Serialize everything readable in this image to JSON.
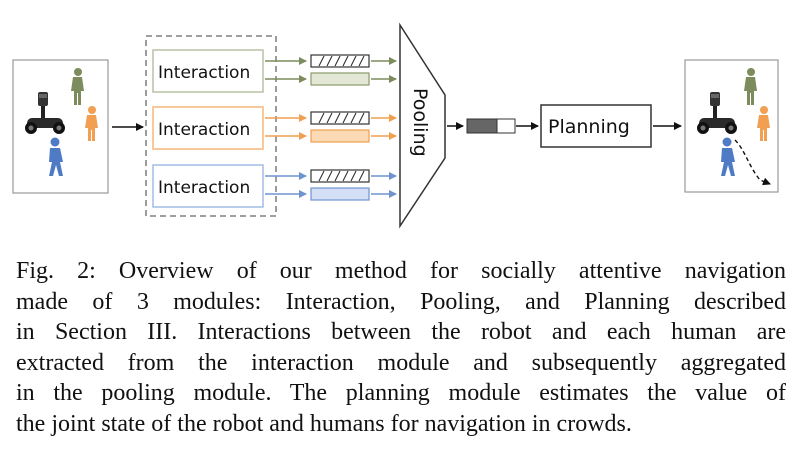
{
  "diagram": {
    "interaction_boxes": [
      {
        "label": "Interaction",
        "color": "#8a9a6a",
        "fill": "#e3e8d6"
      },
      {
        "label": "Interaction",
        "color": "#f0a050",
        "fill": "#fbd9b4"
      },
      {
        "label": "Interaction",
        "color": "#6f93cf",
        "fill": "#d2dff4"
      }
    ],
    "pooling_label": "Pooling",
    "planning_label": "Planning",
    "icons": {
      "robot": "robot-icon",
      "human_green": "human-green-icon",
      "human_orange": "human-orange-icon",
      "human_blue": "human-blue-icon"
    }
  },
  "caption": {
    "lines": [
      "Fig. 2: Overview of our method for socially attentive navigation",
      "made of 3 modules: Interaction, Pooling, and Planning described",
      "in Section III. Interactions between the robot and each human are",
      "extracted from the interaction module and subsequently aggregated",
      "in the pooling module. The planning module estimates the value of",
      "the joint state of the robot and humans for navigation in crowds."
    ]
  }
}
